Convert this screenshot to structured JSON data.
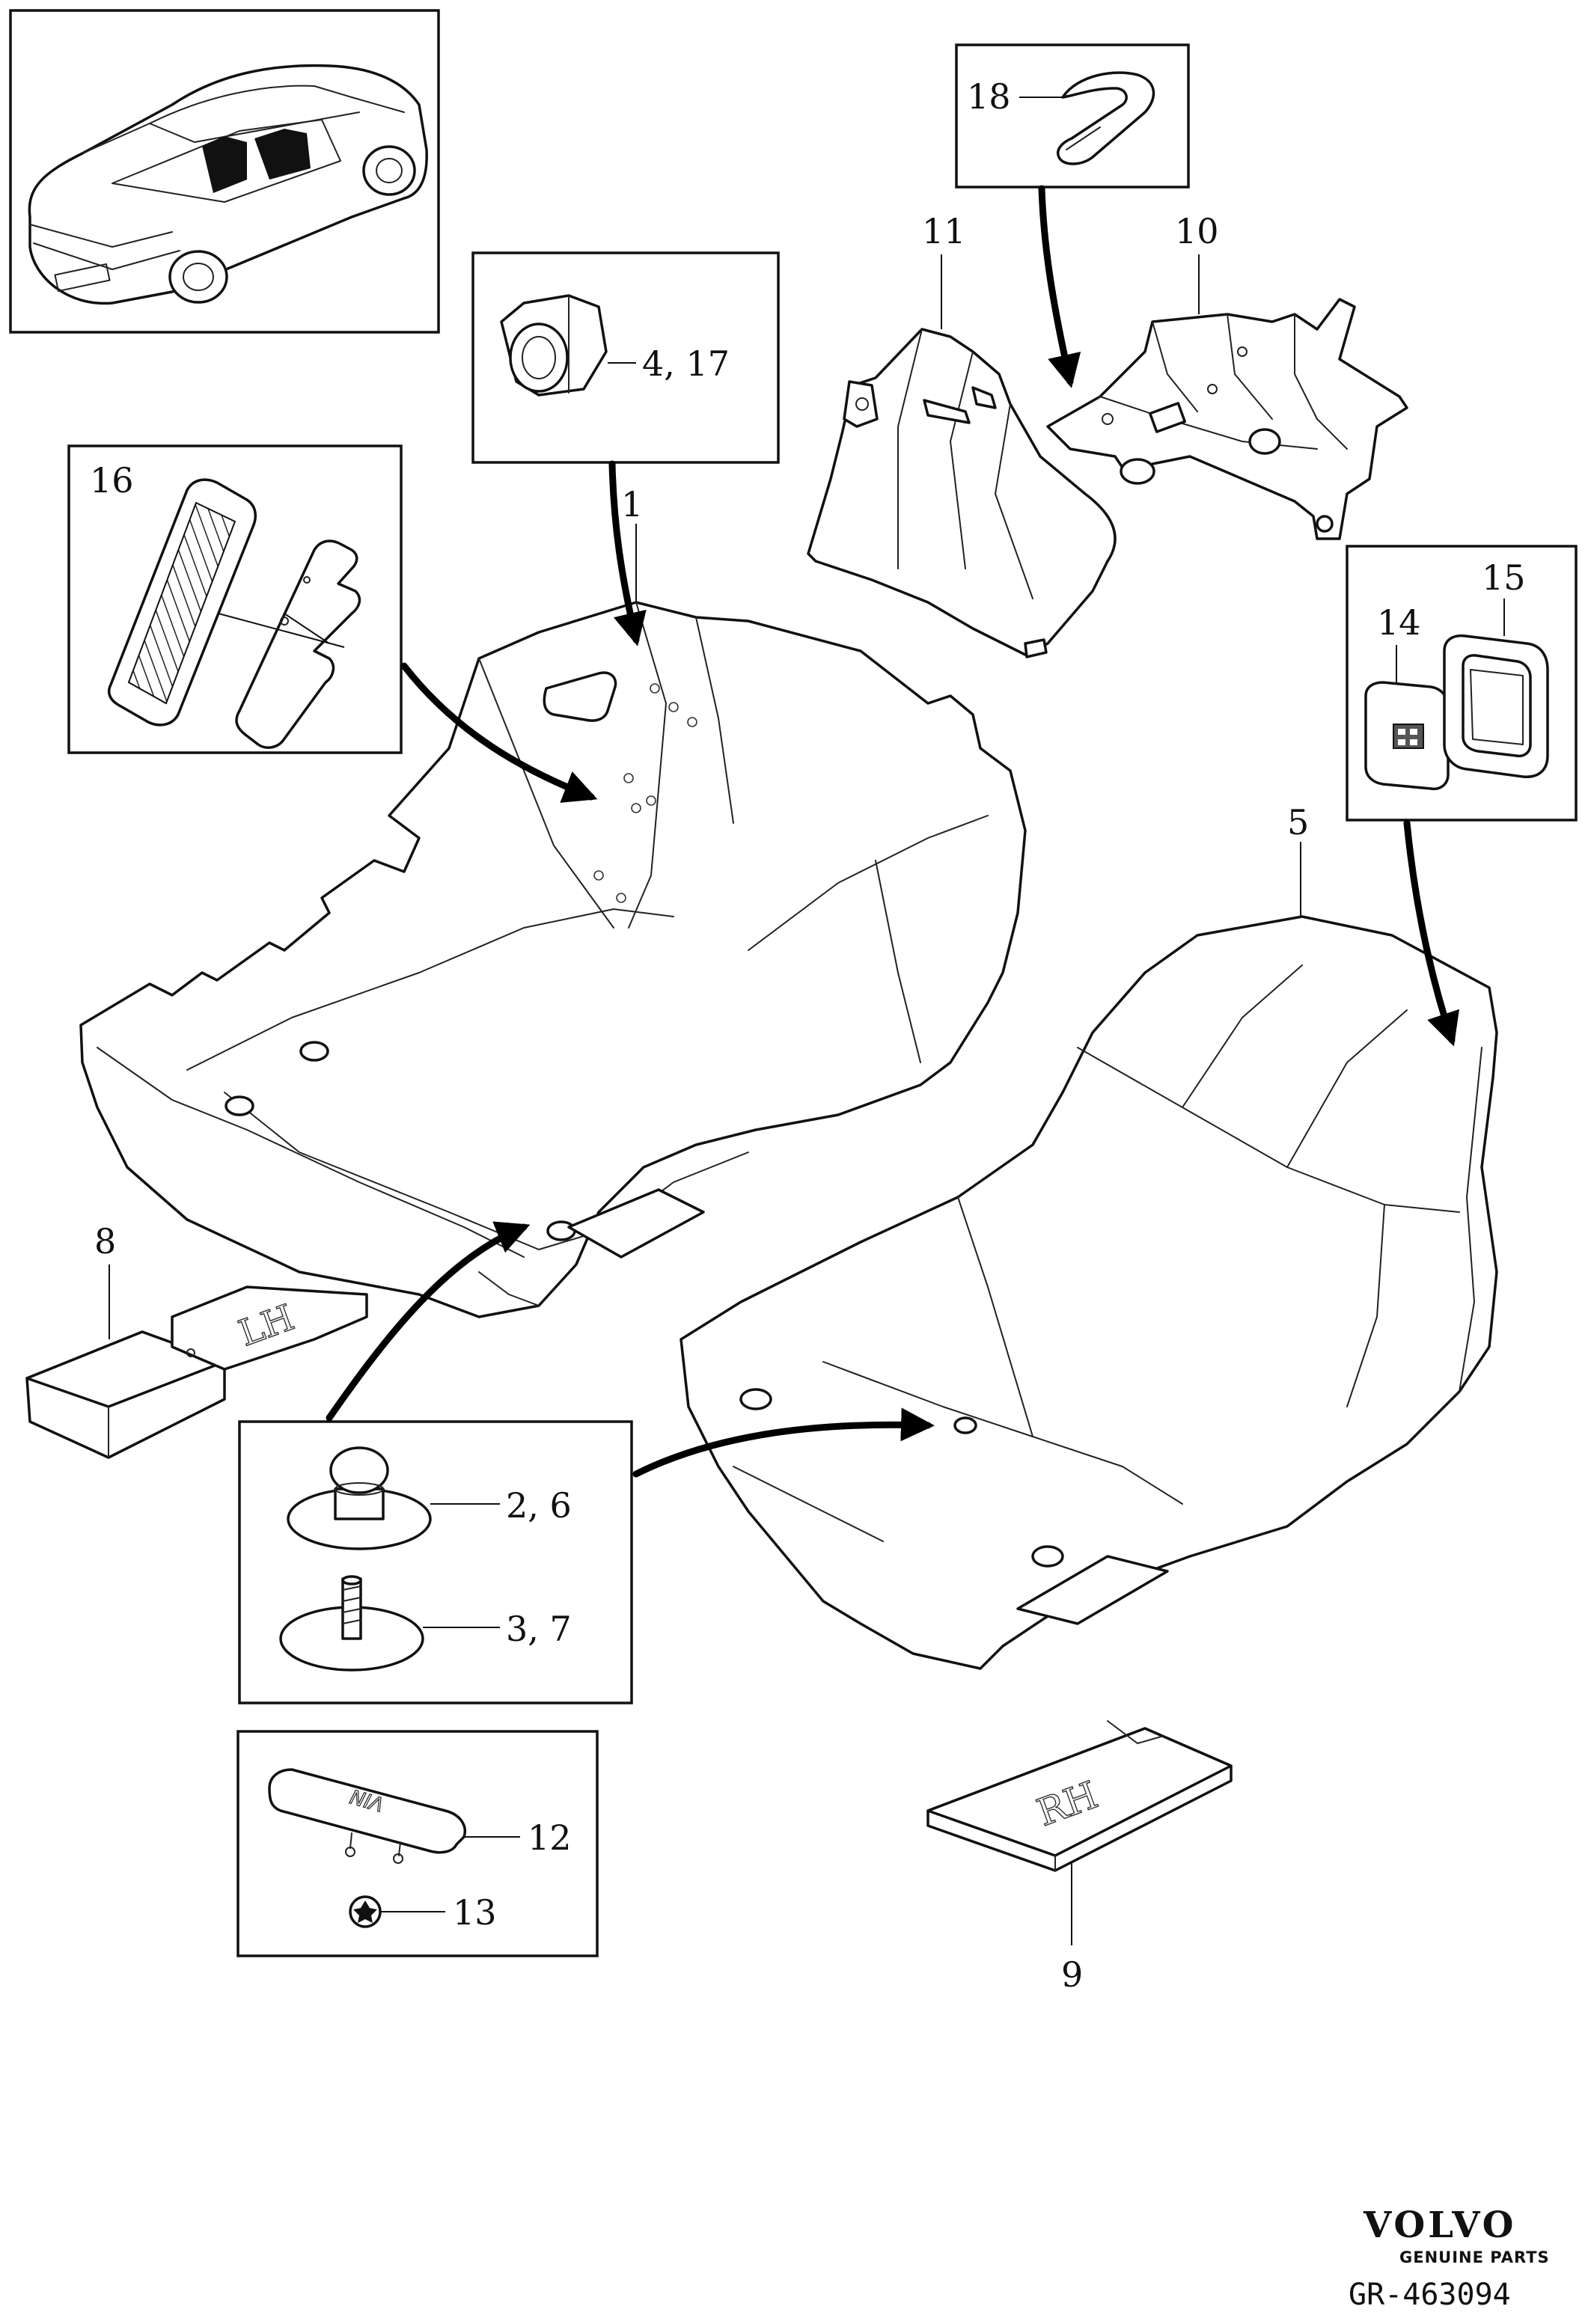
{
  "diagram": {
    "reference": "GR-463094",
    "brand": {
      "name": "VOLVO",
      "tagline": "GENUINE PARTS"
    },
    "callouts": {
      "c1": "1",
      "c2_6": "2, 6",
      "c3_7": "3, 7",
      "c4_17": "4, 17",
      "c5": "5",
      "c8": "8",
      "c9": "9",
      "c10": "10",
      "c11": "11",
      "c12": "12",
      "c13": "13",
      "c14": "14",
      "c15": "15",
      "c16": "16",
      "c18": "18"
    },
    "part_markings": {
      "mat_left": "LH",
      "mat_right": "RH",
      "trim_plate": "VIN"
    }
  }
}
